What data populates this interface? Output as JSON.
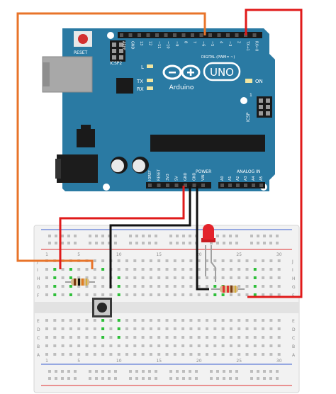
{
  "board": {
    "brand": "Arduino",
    "model": "UNO",
    "reset_label": "RESET",
    "icsp2_label": "ICSP2",
    "icsp_label": "ICSP",
    "digital_label": "DIGITAL (PWM= ~)",
    "power_label": "POWER",
    "analog_label": "ANALOG IN",
    "on_label": "ON",
    "led_labels": [
      "L",
      "TX",
      "RX"
    ],
    "digital_pins": [
      "AREF",
      "GND",
      "13",
      "12",
      "~11",
      "~10",
      "~9",
      "8",
      "7",
      "~6",
      "~5",
      "4",
      "~3",
      "2",
      "TX→1",
      "RX←0"
    ],
    "power_pins": [
      "IOREF",
      "RESET",
      "3V3",
      "5V",
      "GND",
      "GND",
      "VIN"
    ],
    "analog_pins": [
      "A0",
      "A1",
      "A2",
      "A3",
      "A4",
      "A5"
    ],
    "icsp_pin_mark": "1"
  },
  "breadboard": {
    "row_letters_top": [
      "J",
      "I",
      "H",
      "G",
      "F"
    ],
    "row_letters_bottom": [
      "E",
      "D",
      "C",
      "B",
      "A"
    ],
    "column_numbers": [
      "1",
      "5",
      "10",
      "15",
      "20",
      "25",
      "30"
    ]
  },
  "colors": {
    "board": "#2a7aa3",
    "wire_orange": "#e8742a",
    "wire_red": "#e01a1a",
    "wire_black": "#111111",
    "led_red": "#e3232b",
    "resistor_body": "#d7b98c"
  }
}
